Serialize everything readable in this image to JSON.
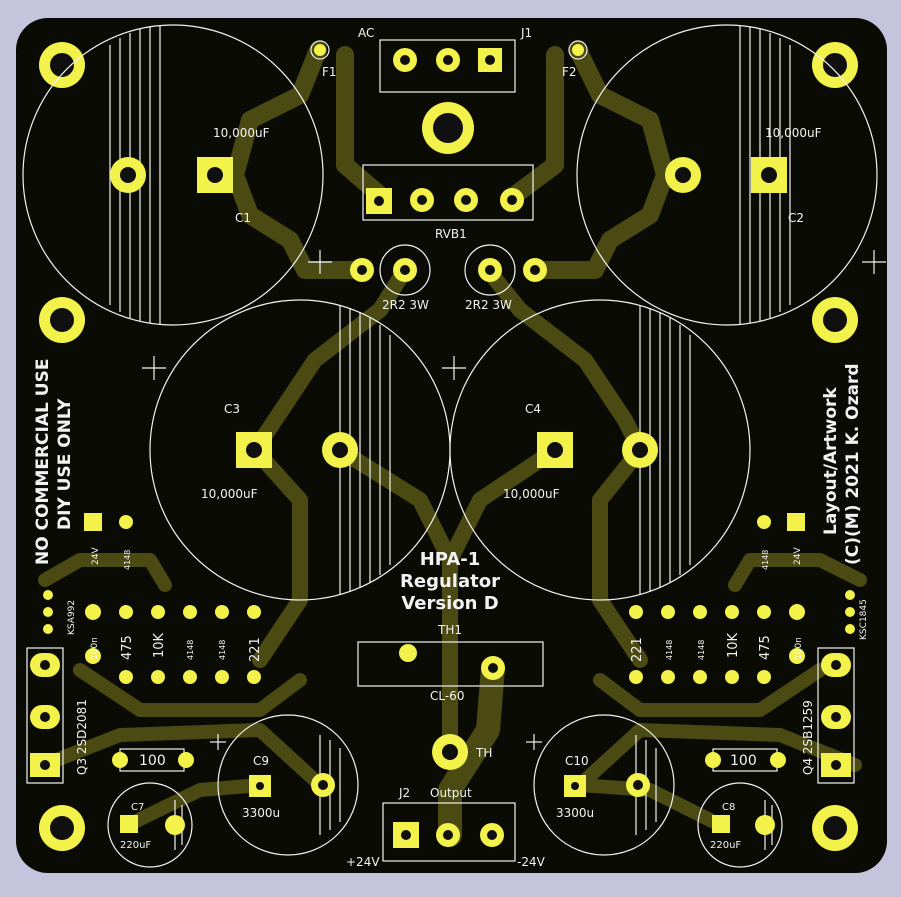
{
  "colors": {
    "background": "#c4c4dc",
    "board": "#0b0b06",
    "copper": "#4a4a12",
    "pad": "#f2f24a",
    "silk": "#f2f2f2",
    "drill": "#101010"
  },
  "labels": {
    "ac": "AC",
    "j1": "J1",
    "f1": "F1",
    "f2": "F2",
    "c1": "C1",
    "c2": "C2",
    "c1_value": "10,000uF",
    "c2_value": "10,000uF",
    "rvb1": "RVB1",
    "r_left": "2R2 3W",
    "r_right": "2R2 3W",
    "c3": "C3",
    "c4": "C4",
    "c3_value": "10,000uF",
    "c4_value": "10,000uF",
    "title1": "HPA-1",
    "title2": "Regulator",
    "title3": "Version D",
    "th1": "TH1",
    "cl60": "CL-60",
    "th": "TH",
    "left_note1": "NO COMMERCIAL USE",
    "left_note2": "DIY USE ONLY",
    "right_note1": "Layout/Artwork",
    "right_note2": "(C)(M) 2021 K. Ozard",
    "z_left": "24V",
    "d_left_small": "4148",
    "q_left_small": "KSA992",
    "cap_100n_left": "100n",
    "r475_left": "475",
    "r10k_left": "10K",
    "d1_left": "4148",
    "d2_left": "4148",
    "r221_left": "221",
    "z_right": "24V",
    "d_right_small": "4148",
    "q_right_small": "KSC1845",
    "cap_100n_right": "100n",
    "r475_right": "475",
    "r10k_right": "10K",
    "d1_right": "4148",
    "d2_right": "4148",
    "r221_right": "221",
    "q3": "Q3 2SD2081",
    "q4": "Q4 2SB1259",
    "r100_left": "100",
    "r100_right": "100",
    "c7": "C7",
    "c8": "C8",
    "c7_value": "220uF",
    "c8_value": "220uF",
    "c9": "C9",
    "c10": "C10",
    "c9_value": "3300u",
    "c10_value": "3300u",
    "j2": "J2",
    "output": "Output",
    "plus24": "+24V",
    "minus24": "-24V"
  }
}
